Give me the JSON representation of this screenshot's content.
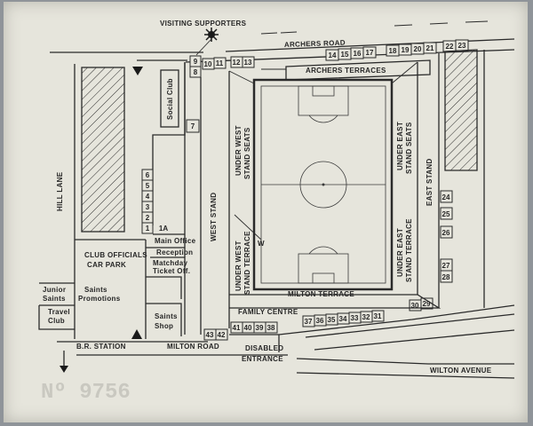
{
  "labels": {
    "visiting_supporters": "VISITING SUPPORTERS",
    "archers_road": "ARCHERS ROAD",
    "archers_terraces": "ARCHERS TERRACES",
    "social_club": "Social Club",
    "hill_lane": "HILL LANE",
    "club_officials_1": "CLUB OFFICIALS",
    "club_officials_2": "CAR PARK",
    "west_stand": "WEST STAND",
    "under_west_seats_1": "UNDER WEST",
    "under_west_seats_2": "STAND SEATS",
    "under_west_terrace_1": "UNDER WEST",
    "under_west_terrace_2": "STAND TERRACE",
    "under_east_seats_1": "UNDER EAST",
    "under_east_seats_2": "STAND SEATS",
    "under_east_terrace_1": "UNDER EAST",
    "under_east_terrace_2": "STAND TERRACE",
    "east_stand": "EAST STAND",
    "milton_terrace": "MILTON TERRACE",
    "family_centre": "FAMILY CENTRE",
    "main_office": "Main Office",
    "reception": "Reception",
    "matchday_1": "Matchday",
    "matchday_2": "Ticket Off.",
    "junior_saints_1": "Junior",
    "junior_saints_2": "Saints",
    "saints_promotions_1": "Saints",
    "saints_promotions_2": "Promotions",
    "travel_club_1": "Travel",
    "travel_club_2": "Club",
    "saints_shop_1": "Saints",
    "saints_shop_2": "Shop",
    "br_station": "B.R. STATION",
    "milton_road": "MILTON ROAD",
    "disabled_1": "DISABLED",
    "disabled_2": "ENTRANCE",
    "wilton_avenue": "WILTON AVENUE",
    "w_marker": "W",
    "serial": "Nº 9756"
  },
  "entrances": {
    "top": [
      "8",
      "9",
      "10",
      "11",
      "12",
      "13",
      "14",
      "15",
      "16",
      "17",
      "18",
      "19",
      "20",
      "21",
      "22",
      "23"
    ],
    "west_block": [
      "6",
      "5",
      "4",
      "3",
      "2",
      "1"
    ],
    "misc": [
      "7",
      "1A"
    ],
    "east": [
      "24",
      "25",
      "26",
      "27",
      "28",
      "29",
      "30"
    ],
    "bottom_right": [
      "37",
      "36",
      "35",
      "34",
      "33",
      "32",
      "31"
    ],
    "bottom_left": [
      "41",
      "40",
      "39",
      "38"
    ],
    "bottom_far_left": [
      "43",
      "42"
    ]
  },
  "colors": {
    "paper": "#e6e5dc",
    "ink": "#2a2a2a",
    "background": "#8f9499"
  }
}
